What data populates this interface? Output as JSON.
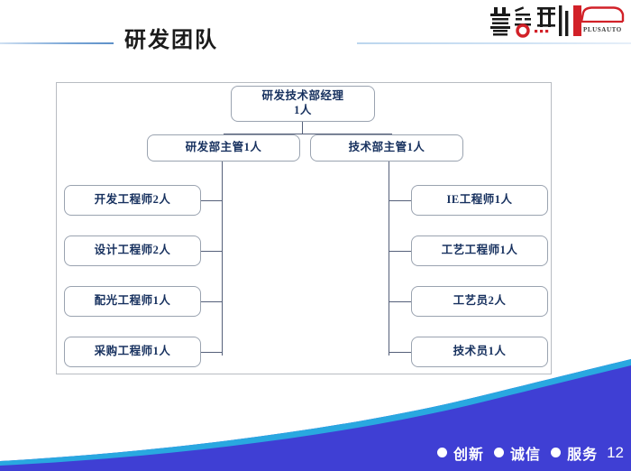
{
  "header": {
    "title": "研发团队",
    "rule_color": "#7ba7d7"
  },
  "logo": {
    "brand_cn": "普络斯",
    "brand_en": "PLUSAUTO",
    "primary_color": "#1a1a1a",
    "accent_color": "#d22128"
  },
  "org_chart": {
    "root": {
      "title": "研发技术部经理",
      "count": "1人",
      "label": "研发技术部经理\n1人"
    },
    "managers": [
      {
        "label": "研发部主管1人",
        "side": "left"
      },
      {
        "label": "技术部主管1人",
        "side": "right"
      }
    ],
    "left_team": [
      {
        "label": "开发工程师2人"
      },
      {
        "label": "设计工程师2人"
      },
      {
        "label": "配光工程师1人"
      },
      {
        "label": "采购工程师1人"
      }
    ],
    "right_team": [
      {
        "label": "IE工程师1人"
      },
      {
        "label": "工艺工程师1人"
      },
      {
        "label": "工艺员2人"
      },
      {
        "label": "技术员1人"
      }
    ],
    "node_text_color": "#16305e",
    "node_border_color": "#9aa3b0",
    "connector_color": "#55607a",
    "frame_border_color": "#b8bcc2"
  },
  "footer": {
    "slogan_items": [
      "创新",
      "诚信",
      "服务"
    ],
    "page_number": "12",
    "wave_color_main": "#3f3fd4",
    "wave_color_accent": "#29a8e0",
    "text_color": "#ffffff"
  }
}
